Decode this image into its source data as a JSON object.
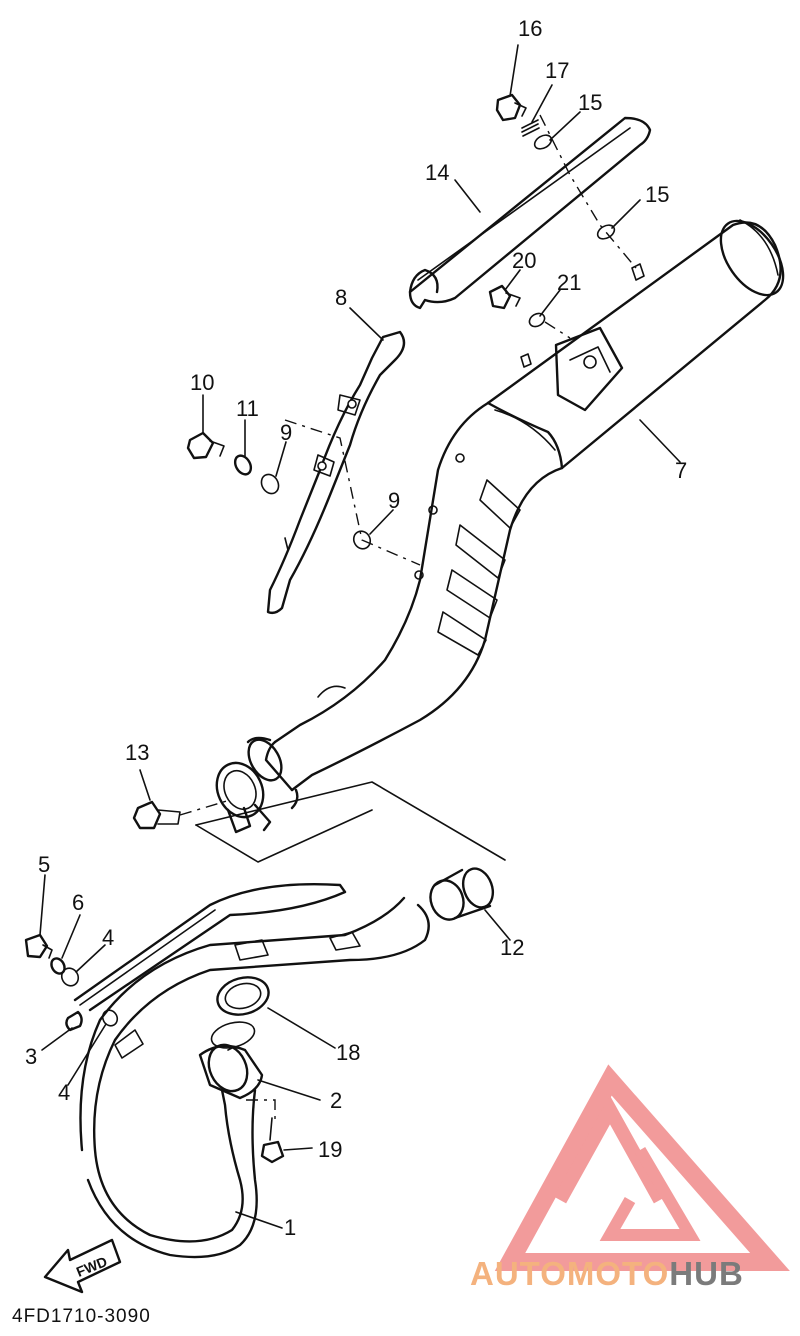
{
  "diagram": {
    "part_numbers": [
      {
        "id": "p1",
        "label": "1"
      },
      {
        "id": "p2",
        "label": "2"
      },
      {
        "id": "p3",
        "label": "3"
      },
      {
        "id": "p4a",
        "label": "4"
      },
      {
        "id": "p4b",
        "label": "4"
      },
      {
        "id": "p5",
        "label": "5"
      },
      {
        "id": "p6",
        "label": "6"
      },
      {
        "id": "p7",
        "label": "7"
      },
      {
        "id": "p8",
        "label": "8"
      },
      {
        "id": "p9a",
        "label": "9"
      },
      {
        "id": "p9b",
        "label": "9"
      },
      {
        "id": "p10",
        "label": "10"
      },
      {
        "id": "p11",
        "label": "11"
      },
      {
        "id": "p12",
        "label": "12"
      },
      {
        "id": "p13",
        "label": "13"
      },
      {
        "id": "p14",
        "label": "14"
      },
      {
        "id": "p15a",
        "label": "15"
      },
      {
        "id": "p15b",
        "label": "15"
      },
      {
        "id": "p16",
        "label": "16"
      },
      {
        "id": "p17",
        "label": "17"
      },
      {
        "id": "p18",
        "label": "18"
      },
      {
        "id": "p19",
        "label": "19"
      },
      {
        "id": "p20",
        "label": "20"
      },
      {
        "id": "p21",
        "label": "21"
      }
    ],
    "direction_label": "FWD",
    "drawing_code": "4FD1710-3090"
  },
  "watermark": {
    "part1": "AUTOMOTO",
    "part2": "HUB",
    "colors": {
      "logo": "#f08a8a",
      "text_light": "#f4b27e",
      "text_dark": "#7b7b7b"
    }
  }
}
